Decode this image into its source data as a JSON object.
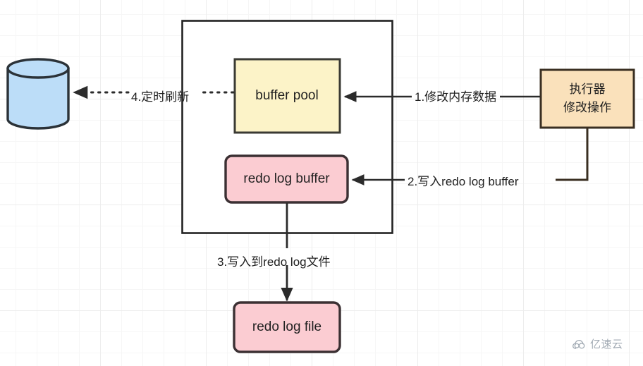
{
  "diagram": {
    "title": "MySQL InnoDB buffer pool / redo log flow",
    "background": {
      "color": "#ffffff",
      "grid_minor_color": "#f6f6f6",
      "grid_major_color": "#ededed",
      "grid_minor_size": 30,
      "grid_major_size": 150
    },
    "colors": {
      "cylinder_fill": "#bcddf8",
      "cylinder_stroke": "#2b3238",
      "buffer_pool_fill": "#fcf3c8",
      "buffer_pool_stroke": "#3a3a33",
      "redo_fill": "#fbccd2",
      "redo_stroke": "#3b3033",
      "executor_fill": "#fae1bb",
      "executor_stroke": "#3a2f22",
      "container_stroke": "#222222",
      "edge_stroke": "#2b2b2b",
      "watermark": "#9aa3ad"
    },
    "nodes": [
      {
        "id": "disk",
        "label": "",
        "shape": "cylinder"
      },
      {
        "id": "container",
        "label": "",
        "shape": "rect"
      },
      {
        "id": "buffer_pool",
        "label": "buffer pool",
        "shape": "rect"
      },
      {
        "id": "redo_log_buffer",
        "label": "redo log buffer",
        "shape": "rounded-rect"
      },
      {
        "id": "redo_log_file",
        "label": "redo log file",
        "shape": "rounded-rect"
      },
      {
        "id": "executor",
        "label": "执行器\n修改操作",
        "shape": "rect"
      }
    ],
    "edges": [
      {
        "id": "e1",
        "label": "1.修改内存数据",
        "from": "executor",
        "to": "buffer_pool",
        "style": "solid"
      },
      {
        "id": "e2",
        "label": "2.写入redo log buffer",
        "from": "executor",
        "to": "redo_log_buffer",
        "style": "solid"
      },
      {
        "id": "e3",
        "label": "3.写入到redo log文件",
        "from": "redo_log_buffer",
        "to": "redo_log_file",
        "style": "solid"
      },
      {
        "id": "e4",
        "label": "4.定时刷新",
        "from": "buffer_pool",
        "to": "disk",
        "style": "dotted"
      }
    ]
  },
  "watermark": {
    "text": "亿速云",
    "icon": "cloud-logo-icon"
  }
}
